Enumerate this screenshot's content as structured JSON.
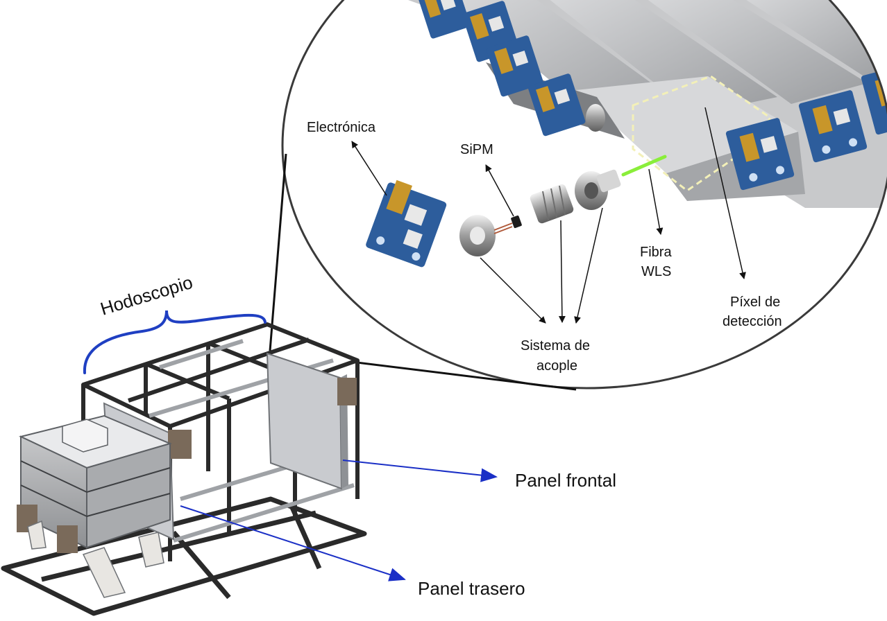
{
  "labels": {
    "electronica": "Electrónica",
    "sipm": "SiPM",
    "fibra_line1": "Fibra",
    "fibra_line2": "WLS",
    "pixel_line1": "Píxel de",
    "pixel_line2": "detección",
    "sistema_line1": "Sistema de",
    "sistema_line2": "acople",
    "hodoscopio": "Hodoscopio",
    "panel_frontal": "Panel frontal",
    "panel_trasero": "Panel trasero"
  },
  "colors": {
    "pcb_blue": "#2d5d9c",
    "connector_gold": "#c8962a",
    "fiber_green": "#8aee3a",
    "pixel_outline": "#f3f0b8",
    "pointer_blue": "#1a2fc6",
    "bracket_blue": "#1f3fc2",
    "frame_dark": "#2a2a2a",
    "panel_gray": "#c9cbcf"
  },
  "icons": {
    "electronics": "pcb-board-icon",
    "sipm": "sipm-sensor-icon",
    "coupling": "coupling-connector-icon"
  }
}
